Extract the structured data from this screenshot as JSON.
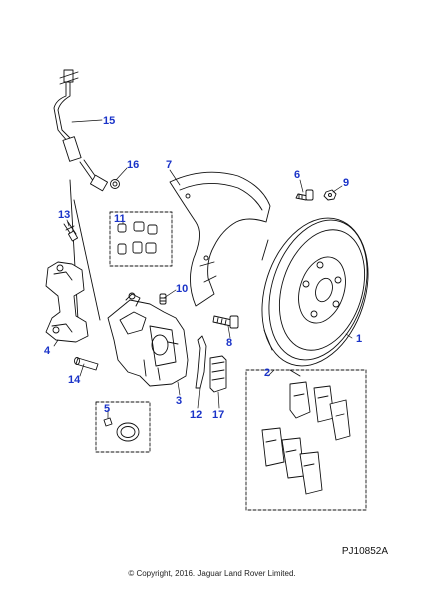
{
  "callouts": {
    "c1": "1",
    "c2": "2",
    "c3": "3",
    "c4": "4",
    "c5": "5",
    "c6": "6",
    "c7": "7",
    "c8": "8",
    "c9": "9",
    "c10": "10",
    "c11": "11",
    "c12": "12",
    "c13": "13",
    "c14": "14",
    "c15": "15",
    "c16": "16",
    "c17": "17"
  },
  "reference_code": "PJ10852A",
  "copyright": "© Copyright, 2016. Jaguar Land Rover Limited.",
  "colors": {
    "callout": "#1a33c8",
    "line": "#111111"
  }
}
